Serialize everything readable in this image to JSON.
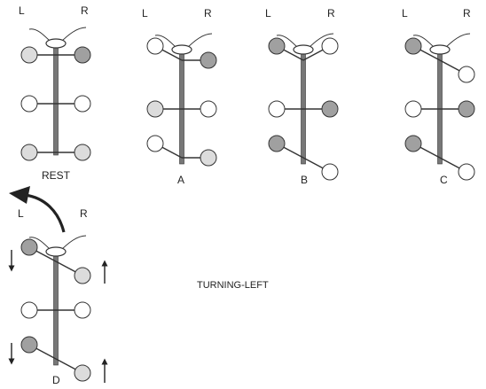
{
  "colors": {
    "filled": "#a0a0a0",
    "light": "#dcdcdc",
    "empty": "#ffffff",
    "stroke": "#333333",
    "spine": "#777777"
  },
  "diagrams": [
    {
      "id": "rest",
      "label": "REST",
      "left_label": "L",
      "right_label": "R",
      "legs": [
        [
          "light",
          "filled"
        ],
        [
          "empty",
          "empty"
        ],
        [
          "light",
          "light"
        ]
      ],
      "swing": [
        [
          "none",
          "none"
        ],
        [
          "none",
          "none"
        ],
        [
          "none",
          "none"
        ]
      ]
    },
    {
      "id": "a",
      "label": "A",
      "left_label": "L",
      "right_label": "R",
      "legs": [
        [
          "empty",
          "filled"
        ],
        [
          "light",
          "empty"
        ],
        [
          "empty",
          "light"
        ]
      ],
      "swing": [
        [
          "forward",
          "none"
        ],
        [
          "none",
          "none"
        ],
        [
          "forward",
          "none"
        ]
      ]
    },
    {
      "id": "b",
      "label": "B",
      "left_label": "L",
      "right_label": "R",
      "legs": [
        [
          "filled",
          "empty"
        ],
        [
          "empty",
          "filled"
        ],
        [
          "filled",
          "empty"
        ]
      ],
      "swing": [
        [
          "forward",
          "forward"
        ],
        [
          "none",
          "none"
        ],
        [
          "forward",
          "back"
        ]
      ]
    },
    {
      "id": "c",
      "label": "C",
      "left_label": "L",
      "right_label": "R",
      "legs": [
        [
          "filled",
          "empty"
        ],
        [
          "empty",
          "filled"
        ],
        [
          "filled",
          "empty"
        ]
      ],
      "swing": [
        [
          "forward",
          "back"
        ],
        [
          "none",
          "none"
        ],
        [
          "forward",
          "back"
        ]
      ]
    },
    {
      "id": "d",
      "label": "D",
      "left_label": "L",
      "right_label": "R",
      "legs": [
        [
          "filled",
          "light"
        ],
        [
          "empty",
          "empty"
        ],
        [
          "filled",
          "light"
        ]
      ],
      "swing": [
        [
          "forward",
          "back"
        ],
        [
          "none",
          "none"
        ],
        [
          "forward",
          "back"
        ]
      ]
    }
  ],
  "turning_label": "TURNING-LEFT"
}
